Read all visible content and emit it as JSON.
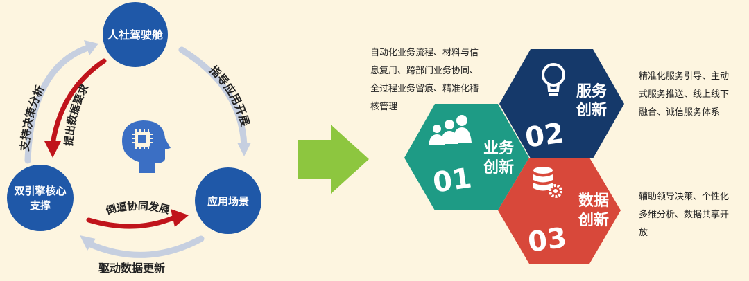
{
  "cycle": {
    "node_top": "人社驾驶舱",
    "node_left_line1": "双引擎核心",
    "node_left_line2": "支撑",
    "node_right": "应用场景",
    "arc_label_left": "支持决策分析",
    "arc_label_right": "指导应用开展",
    "arc_label_bottom": "驱动数据更新",
    "inner_label_left": "提出数据要求",
    "inner_label_bottom": "倒逼协同发展",
    "center_icon": "brain-chip-head-icon"
  },
  "hexagons": [
    {
      "number": "01",
      "title_line1": "业务",
      "title_line2": "创新",
      "color": "#1e9b85",
      "icon": "people-group-icon",
      "description": [
        "自动化业务流程、材料与信",
        "息复用、跨部门业务协同、",
        "全过程业务留痕、精准化稽",
        "核管理"
      ]
    },
    {
      "number": "02",
      "title_line1": "服务",
      "title_line2": "创新",
      "color": "#15396a",
      "icon": "lightbulb-icon",
      "description": [
        "精准化服务引导、主动",
        "式服务推送、线上线下",
        "融合、诚信服务体系"
      ]
    },
    {
      "number": "03",
      "title_line1": "数据",
      "title_line2": "创新",
      "color": "#d8483a",
      "icon": "database-gear-icon",
      "description": [
        "辅助领导决策、个性化",
        "多维分析、数据共享开",
        "放"
      ]
    }
  ],
  "colors": {
    "node_blue": "#1f58a8",
    "arc_gray": "#c6cfe0",
    "arrow_red": "#c0141b",
    "big_arrow_green": "#8dc63f"
  }
}
